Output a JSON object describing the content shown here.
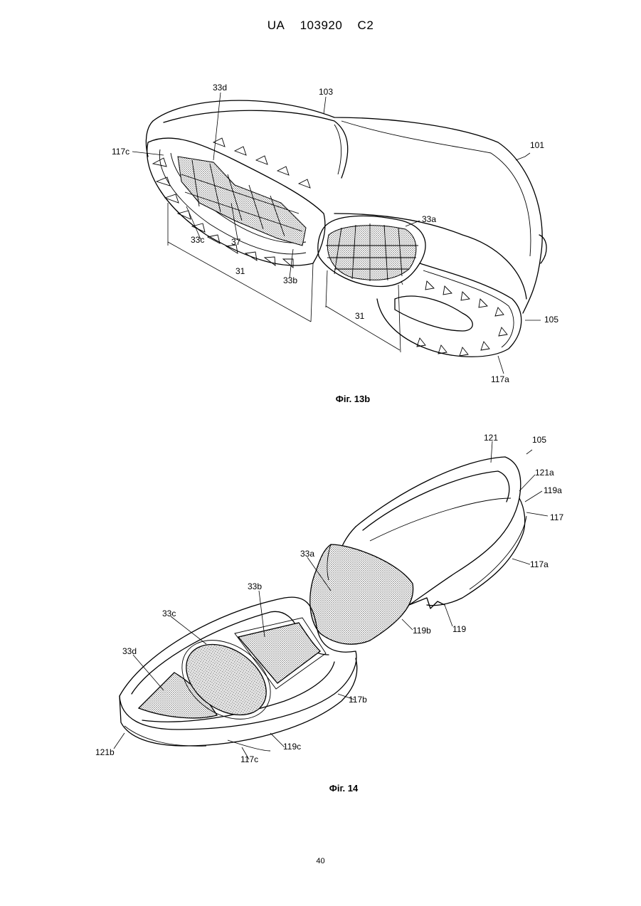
{
  "header": {
    "country": "UA",
    "number": "103920",
    "kind": "C2"
  },
  "figures": [
    {
      "caption": "Фіг. 13b",
      "labels": {
        "l103": "103",
        "l33d": "33d",
        "l101": "101",
        "l117c": "117c",
        "l33c": "33c",
        "l37": "37",
        "l33a": "33a",
        "l31a": "31",
        "l33b": "33b",
        "l31b": "31",
        "l105": "105",
        "l117a": "117a"
      }
    },
    {
      "caption": "Фіг. 14",
      "labels": {
        "l121": "121",
        "l105": "105",
        "l121a": "121a",
        "l119a": "119a",
        "l117": "117",
        "l117a": "117a",
        "l33a": "33a",
        "l33b": "33b",
        "l119b": "119b",
        "l119": "119",
        "l33c": "33c",
        "l33d": "33d",
        "l117b": "117b",
        "l119c": "119c",
        "l121b": "121b",
        "l117c": "117c"
      }
    }
  ],
  "page_number": "40"
}
